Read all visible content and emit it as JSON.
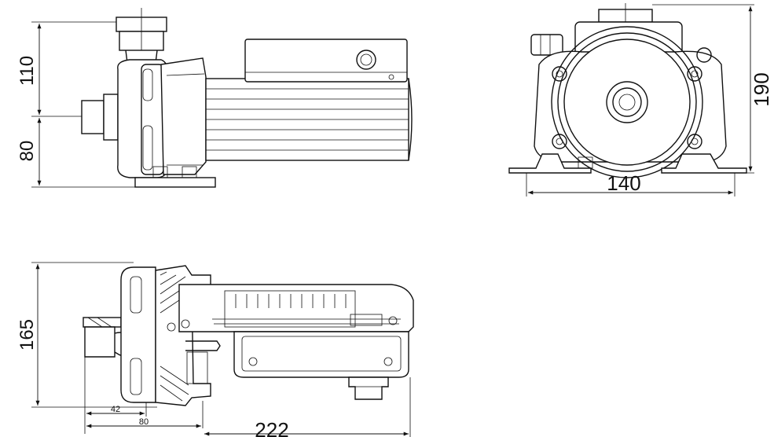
{
  "views": {
    "side_view": {
      "dim_upper": "110",
      "dim_lower": "80"
    },
    "front_view": {
      "dim_height": "190",
      "dim_width": "140"
    },
    "section_view": {
      "dim_height": "165",
      "dim_small": "42",
      "dim_medium": "80",
      "dim_length": "222"
    }
  }
}
